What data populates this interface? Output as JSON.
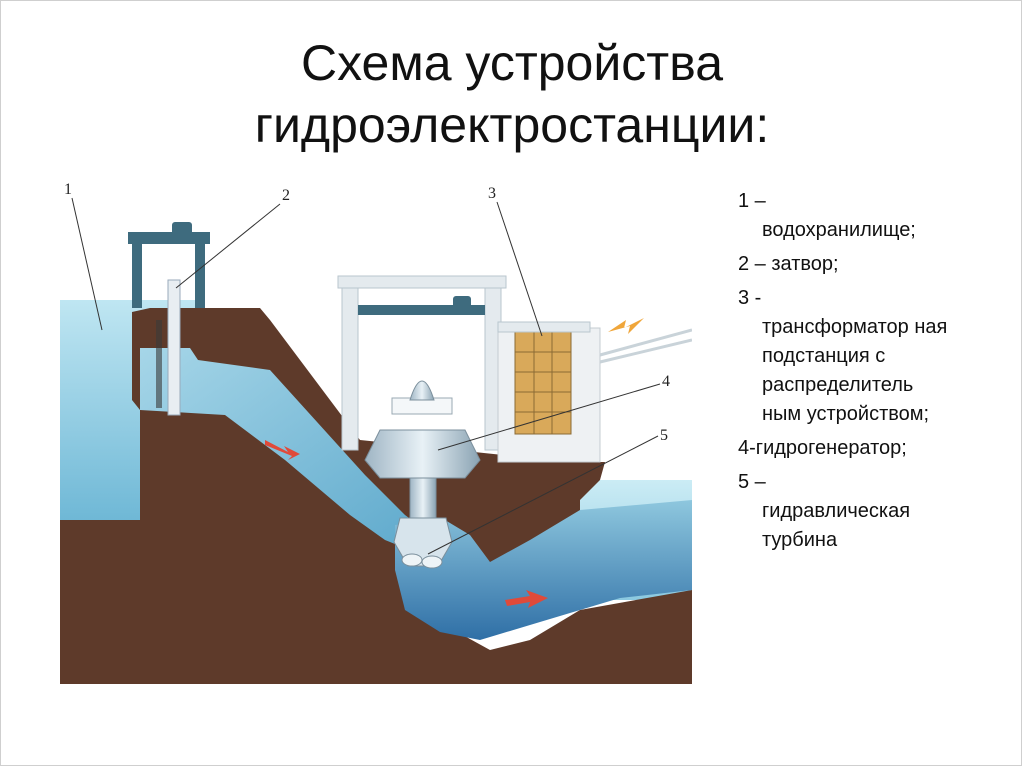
{
  "slide": {
    "title_line1": "Схема устройства",
    "title_line2": "гидроэлектростанции:"
  },
  "diagram": {
    "callouts": [
      "1",
      "2",
      "3",
      "4",
      "5"
    ],
    "colors": {
      "water_light": "#9fd3e6",
      "water_dark": "#2a78b0",
      "earth": "#5e3a2a",
      "structure": "#4a7f94",
      "transformer": "#d9a95a",
      "arrow": "#e04a3a"
    }
  },
  "legend": {
    "items": [
      {
        "num": "1 –",
        "desc": "водохранилище;"
      },
      {
        "num": "2 – затвор;",
        "desc": ""
      },
      {
        "num": "3 -",
        "desc": "трансформатор ная подстанция с распределитель ным устройством;"
      },
      {
        "num": "4-гидрогенератор;",
        "desc": ""
      },
      {
        "num": "5 –",
        "desc": "гидравлическая турбина"
      }
    ]
  }
}
